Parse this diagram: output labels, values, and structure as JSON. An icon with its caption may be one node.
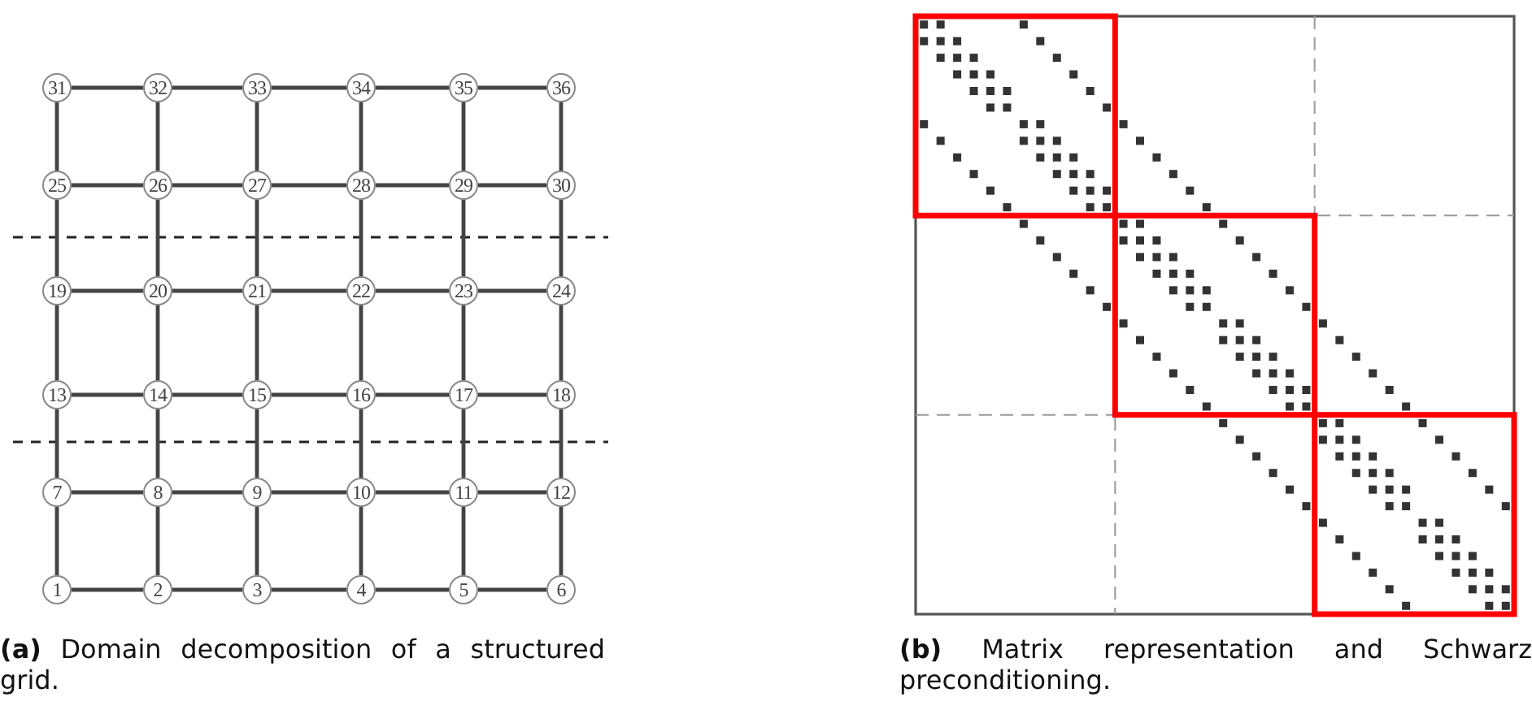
{
  "diagram": {
    "nodes": [
      {
        "text": [
          "31"
        ]
      },
      {
        "text": [
          "32"
        ]
      },
      {
        "text": [
          "33"
        ]
      },
      {
        "text": [
          "34"
        ]
      },
      {
        "text": [
          "35"
        ]
      },
      {
        "text": [
          "36"
        ]
      },
      {
        "text": [
          "25"
        ]
      },
      {
        "text": [
          "26"
        ]
      },
      {
        "text": [
          "27"
        ]
      },
      {
        "text": [
          "28"
        ]
      },
      {
        "text": [
          "29"
        ]
      },
      {
        "text": [
          "30"
        ]
      },
      {
        "text": [
          "19"
        ]
      },
      {
        "text": [
          "20"
        ]
      },
      {
        "text": [
          "21"
        ]
      },
      {
        "text": [
          "22"
        ]
      },
      {
        "text": [
          "23"
        ]
      },
      {
        "text": [
          "24"
        ]
      },
      {
        "text": [
          "13"
        ]
      },
      {
        "text": [
          "14"
        ]
      },
      {
        "text": [
          "15"
        ]
      },
      {
        "text": [
          "16"
        ]
      },
      {
        "text": [
          "17"
        ]
      },
      {
        "text": [
          "18"
        ]
      },
      {
        "text": [
          "7"
        ]
      },
      {
        "text": [
          "8"
        ]
      },
      {
        "text": [
          "9"
        ]
      },
      {
        "text": [
          "10"
        ]
      },
      {
        "text": [
          "11"
        ]
      },
      {
        "text": [
          "12"
        ]
      },
      {
        "text": [
          "1"
        ]
      },
      {
        "text": [
          "2"
        ]
      },
      {
        "text": [
          "3"
        ]
      },
      {
        "text": [
          "4"
        ]
      },
      {
        "text": [
          "5"
        ]
      },
      {
        "text": [
          "6"
        ]
      }
    ],
    "edges": [
      {
        "from": 0,
        "to": 1,
        "arrow": "none"
      },
      {
        "from": 1,
        "to": 2,
        "arrow": "none"
      },
      {
        "from": 2,
        "to": 3,
        "arrow": "none"
      },
      {
        "from": 3,
        "to": 4,
        "arrow": "none"
      },
      {
        "from": 4,
        "to": 5,
        "arrow": "none"
      },
      {
        "from": 6,
        "to": 7,
        "arrow": "none"
      },
      {
        "from": 7,
        "to": 8,
        "arrow": "none"
      },
      {
        "from": 8,
        "to": 9,
        "arrow": "none"
      },
      {
        "from": 9,
        "to": 10,
        "arrow": "none"
      },
      {
        "from": 10,
        "to": 11,
        "arrow": "none"
      },
      {
        "from": 12,
        "to": 13,
        "arrow": "none"
      },
      {
        "from": 13,
        "to": 14,
        "arrow": "none"
      },
      {
        "from": 14,
        "to": 15,
        "arrow": "none"
      },
      {
        "from": 15,
        "to": 16,
        "arrow": "none"
      },
      {
        "from": 16,
        "to": 17,
        "arrow": "none"
      },
      {
        "from": 18,
        "to": 19,
        "arrow": "none"
      },
      {
        "from": 19,
        "to": 20,
        "arrow": "none"
      },
      {
        "from": 20,
        "to": 21,
        "arrow": "none"
      },
      {
        "from": 21,
        "to": 22,
        "arrow": "none"
      },
      {
        "from": 22,
        "to": 23,
        "arrow": "none"
      },
      {
        "from": 24,
        "to": 25,
        "arrow": "none"
      },
      {
        "from": 25,
        "to": 26,
        "arrow": "none"
      },
      {
        "from": 26,
        "to": 27,
        "arrow": "none"
      },
      {
        "from": 27,
        "to": 28,
        "arrow": "none"
      },
      {
        "from": 28,
        "to": 29,
        "arrow": "none"
      },
      {
        "from": 30,
        "to": 31,
        "arrow": "none"
      },
      {
        "from": 31,
        "to": 32,
        "arrow": "none"
      },
      {
        "from": 32,
        "to": 33,
        "arrow": "none"
      },
      {
        "from": 33,
        "to": 34,
        "arrow": "none"
      },
      {
        "from": 34,
        "to": 35,
        "arrow": "none"
      },
      {
        "from": 0,
        "to": 6,
        "arrow": "none"
      },
      {
        "from": 1,
        "to": 7,
        "arrow": "none"
      },
      {
        "from": 2,
        "to": 8,
        "arrow": "none"
      },
      {
        "from": 3,
        "to": 9,
        "arrow": "none"
      },
      {
        "from": 4,
        "to": 10,
        "arrow": "none"
      },
      {
        "from": 5,
        "to": 11,
        "arrow": "none"
      },
      {
        "from": 6,
        "to": 12,
        "arrow": "none"
      },
      {
        "from": 7,
        "to": 13,
        "arrow": "none"
      },
      {
        "from": 8,
        "to": 14,
        "arrow": "none"
      },
      {
        "from": 9,
        "to": 15,
        "arrow": "none"
      },
      {
        "from": 10,
        "to": 16,
        "arrow": "none"
      },
      {
        "from": 11,
        "to": 17,
        "arrow": "none"
      },
      {
        "from": 12,
        "to": 18,
        "arrow": "none"
      },
      {
        "from": 13,
        "to": 19,
        "arrow": "none"
      },
      {
        "from": 14,
        "to": 20,
        "arrow": "none"
      },
      {
        "from": 15,
        "to": 21,
        "arrow": "none"
      },
      {
        "from": 16,
        "to": 22,
        "arrow": "none"
      },
      {
        "from": 17,
        "to": 23,
        "arrow": "none"
      },
      {
        "from": 18,
        "to": 24,
        "arrow": "none"
      },
      {
        "from": 19,
        "to": 25,
        "arrow": "none"
      },
      {
        "from": 20,
        "to": 26,
        "arrow": "none"
      },
      {
        "from": 21,
        "to": 27,
        "arrow": "none"
      },
      {
        "from": 22,
        "to": 28,
        "arrow": "none"
      },
      {
        "from": 23,
        "to": 29,
        "arrow": "none"
      },
      {
        "from": 24,
        "to": 30,
        "arrow": "none"
      },
      {
        "from": 25,
        "to": 31,
        "arrow": "none"
      },
      {
        "from": 26,
        "to": 32,
        "arrow": "none"
      },
      {
        "from": 27,
        "to": 33,
        "arrow": "none"
      },
      {
        "from": 28,
        "to": 34,
        "arrow": "none"
      },
      {
        "from": 29,
        "to": 35,
        "arrow": "none"
      }
    ],
    "labels": [
      "**(a)** Domain decomposition of a structured grid.",
      "**(b)** Matrix representation and Schwarz preconditioning."
    ]
  }
}
